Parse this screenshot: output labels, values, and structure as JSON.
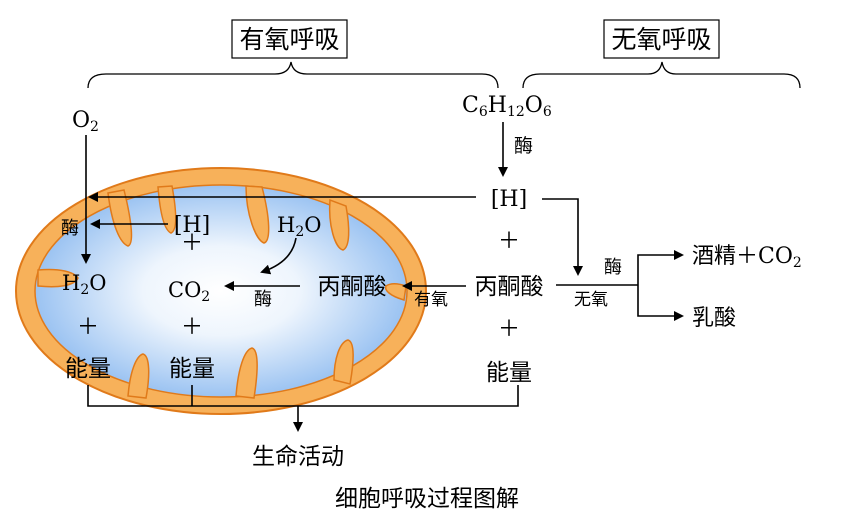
{
  "headers": {
    "aerobic": "有氧呼吸",
    "anaerobic": "无氧呼吸"
  },
  "glucose": {
    "main": "C",
    "sub1": "6",
    "h": "H",
    "sub2": "12",
    "o": "O",
    "sub3": "6"
  },
  "oxygen": {
    "main": "O",
    "sub": "2"
  },
  "enzyme": "酶",
  "h_bracket": "[H]",
  "plus": "＋",
  "pyruvate": "丙酮酸",
  "energy": "能量",
  "water": {
    "h": "H",
    "sub": "2",
    "o": "O"
  },
  "co2": {
    "main": "CO",
    "sub": "2"
  },
  "aerobic_condition": "有氧",
  "anaerobic_condition": "无氧",
  "products": {
    "alcohol": "酒精＋CO₂",
    "alcohol_main": "酒精＋CO",
    "alcohol_sub": "2",
    "lactic_acid": "乳酸"
  },
  "life_activity": "生命活动",
  "caption": "细胞呼吸过程图解",
  "colors": {
    "mito_outer": "#F7B15A",
    "mito_border": "#E07A1A",
    "matrix_light": "#FFFFFF",
    "matrix_blue": "#7FB2EE"
  }
}
